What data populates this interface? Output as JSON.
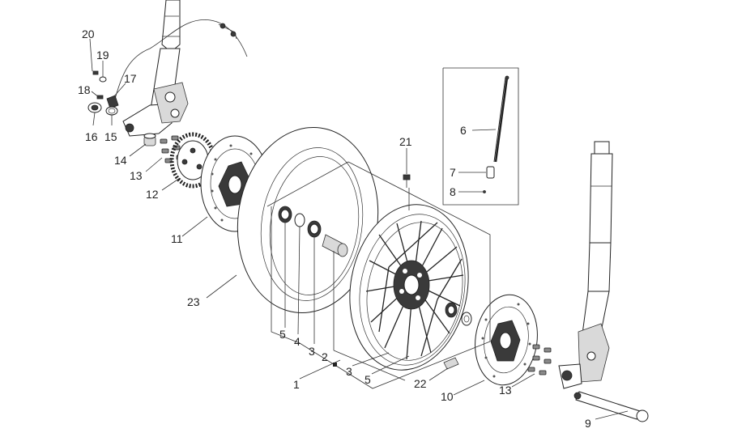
{
  "callouts": {
    "n1": "1",
    "n2": "2",
    "n3a": "3",
    "n3b": "3",
    "n4": "4",
    "n5a": "5",
    "n5b": "5",
    "n6": "6",
    "n7": "7",
    "n8": "8",
    "n9": "9",
    "n10": "10",
    "n11": "11",
    "n12": "12",
    "n13a": "13",
    "n13b": "13",
    "n14": "14",
    "n15": "15",
    "n16": "16",
    "n17": "17",
    "n18": "18",
    "n19": "19",
    "n20": "20",
    "n21": "21",
    "n22": "22",
    "n23": "23"
  },
  "colors": {
    "line": "#333333",
    "fill_dark": "#3a3a3a",
    "fill_grey": "#8a8a8a",
    "background": "#ffffff"
  }
}
